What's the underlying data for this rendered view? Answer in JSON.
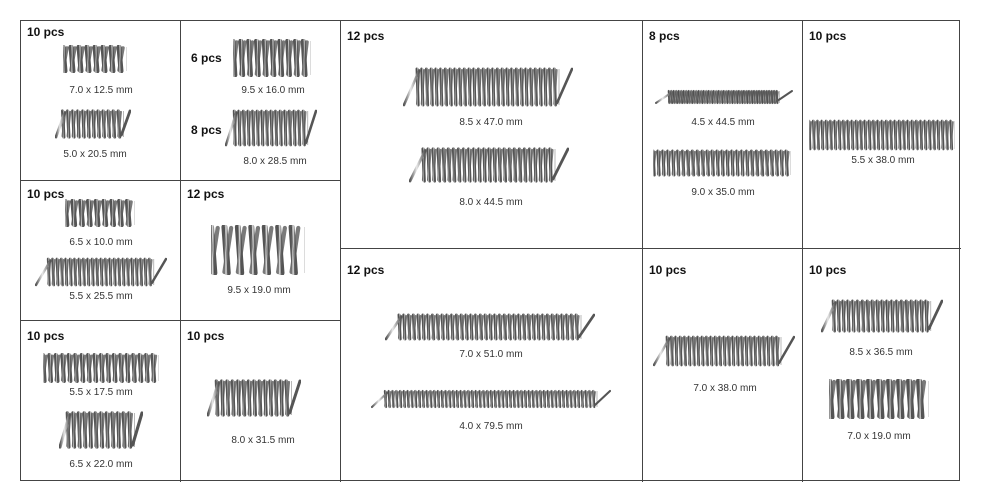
{
  "cells": [
    {
      "id": "c1",
      "pcs": "10 pcs",
      "items": [
        {
          "dim": "7.0 x 12.5 mm",
          "coil": "tight"
        },
        {
          "dim": "5.0 x 20.5 mm",
          "coil": "leads"
        }
      ]
    },
    {
      "id": "c2",
      "pcs": "",
      "items": [
        {
          "pcs": "6 pcs",
          "dim": "9.5 x 16.0 mm",
          "coil": "tight"
        },
        {
          "pcs": "8 pcs",
          "dim": "8.0 x 28.5 mm",
          "coil": "leads"
        }
      ]
    },
    {
      "id": "c3",
      "pcs": "12 pcs",
      "items": [
        {
          "dim": "8.5 x 47.0 mm",
          "coil": "leads"
        },
        {
          "dim": "8.0 x 44.5 mm",
          "coil": "leads"
        }
      ]
    },
    {
      "id": "c4",
      "pcs": "8 pcs",
      "items": [
        {
          "dim": "4.5 x 44.5 mm",
          "coil": "leads"
        },
        {
          "dim": "9.0 x 35.0 mm",
          "coil": "tight"
        }
      ]
    },
    {
      "id": "c5",
      "pcs": "10 pcs",
      "items": [
        {
          "dim": "5.5 x 38.0 mm",
          "coil": "tight"
        }
      ]
    },
    {
      "id": "c6",
      "pcs": "10 pcs",
      "items": [
        {
          "dim": "6.5 x 10.0 mm",
          "coil": "tight"
        },
        {
          "dim": "5.5 x 25.5 mm",
          "coil": "leads"
        }
      ]
    },
    {
      "id": "c7",
      "pcs": "12 pcs",
      "items": [
        {
          "dim": "9.5 x 19.0 mm",
          "coil": "open"
        }
      ]
    },
    {
      "id": "c8",
      "pcs": "12 pcs",
      "items": [
        {
          "dim": "7.0 x 51.0 mm",
          "coil": "leads"
        },
        {
          "dim": "4.0 x 79.5 mm",
          "coil": "leads"
        }
      ]
    },
    {
      "id": "c9",
      "pcs": "10 pcs",
      "items": [
        {
          "dim": "7.0 x 38.0 mm",
          "coil": "leads"
        }
      ]
    },
    {
      "id": "c10",
      "pcs": "10 pcs",
      "items": [
        {
          "dim": "8.5 x 36.5 mm",
          "coil": "leads"
        },
        {
          "dim": "7.0 x 19.0 mm",
          "coil": "open"
        }
      ]
    },
    {
      "id": "c11",
      "pcs": "10 pcs",
      "items": [
        {
          "dim": "5.5 x 17.5 mm",
          "coil": "tight"
        },
        {
          "dim": "6.5 x 22.0 mm",
          "coil": "leads"
        }
      ]
    },
    {
      "id": "c12",
      "pcs": "10 pcs",
      "items": [
        {
          "dim": "8.0 x 31.5 mm",
          "coil": "leads"
        }
      ]
    }
  ],
  "colors": {
    "steel_light": "#e8e8e8",
    "steel_dark": "#555555",
    "border": "#444444"
  }
}
